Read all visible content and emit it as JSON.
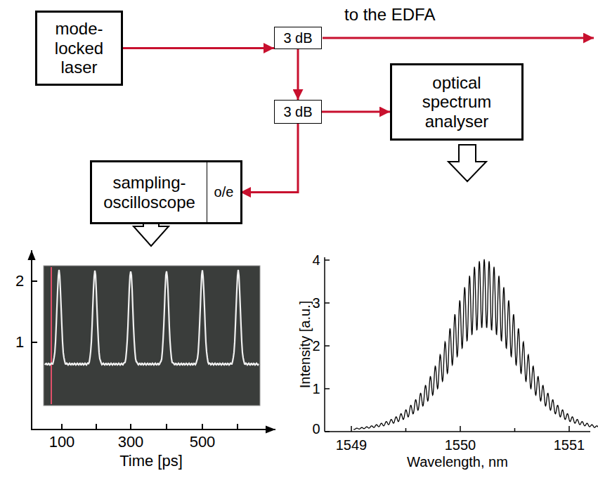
{
  "diagram": {
    "nodes": [
      {
        "text": [
          "mode- locked laser"
        ]
      },
      {
        "text": [
          "3 dB"
        ]
      },
      {
        "text": [
          "3 dB"
        ]
      },
      {
        "text": [
          "optical spectrum analyser"
        ]
      },
      {
        "text": [
          "sampling- oscilloscope"
        ]
      },
      {
        "text": [
          "o/e"
        ],
        "in": 4
      }
    ],
    "edges": [
      {
        "from": 0,
        "to": 1,
        "arrow": "to"
      },
      {
        "from": 1,
        "to": 2,
        "arrow": "to"
      },
      {
        "from": 2,
        "to": 3,
        "arrow": "to"
      },
      {
        "from": 2,
        "to": 5,
        "arrow": "to"
      }
    ],
    "labels": [
      "to the EDFA",
      "2",
      "1",
      "100",
      "300",
      "500",
      "Time [ps]",
      "Intensity [a.u.]",
      "4",
      "3",
      "2",
      "1",
      "0",
      "1549",
      "1550",
      "1551",
      "Wavelength, nm"
    ]
  }
}
